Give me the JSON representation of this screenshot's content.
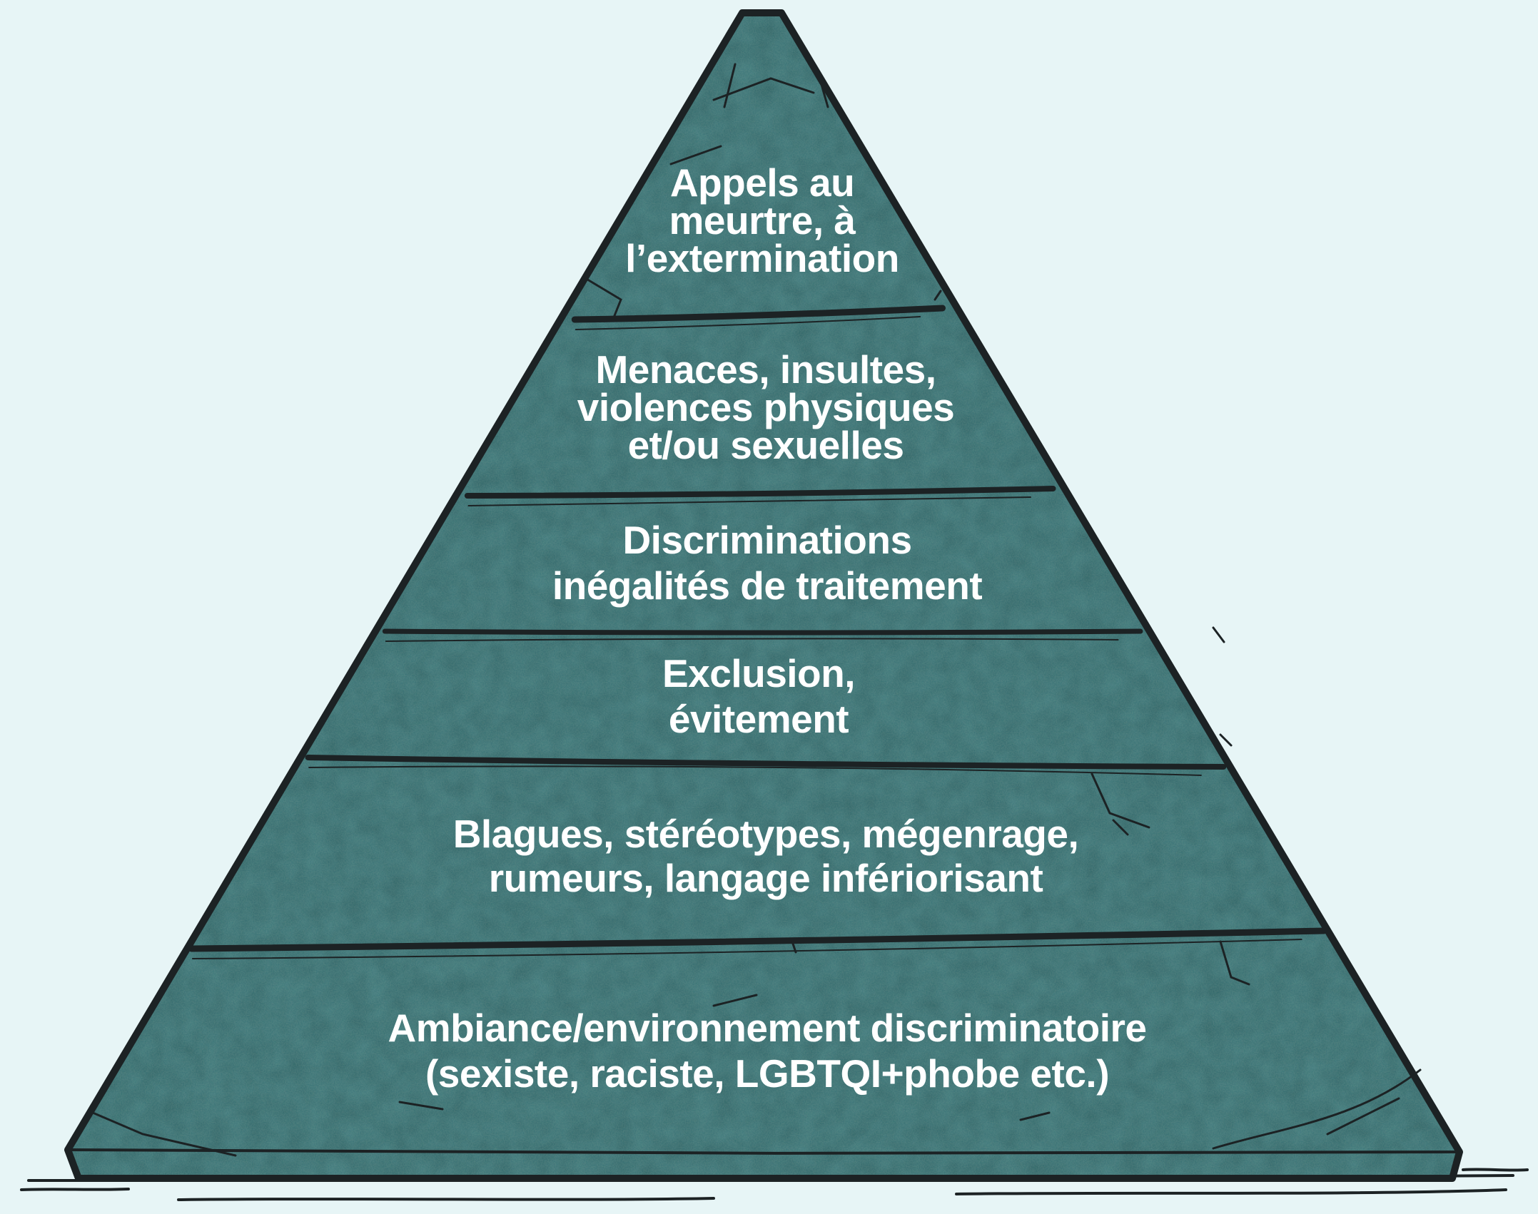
{
  "colors": {
    "background": "#e7f5f6",
    "stone": "#3f7b7f",
    "stone_dark": "#2d5f63",
    "outline": "#1c2224",
    "text": "#ffffff"
  },
  "tiers": [
    {
      "lines": [
        "Appels au",
        "meurtre, à",
        "l’extermination"
      ]
    },
    {
      "lines": [
        "Menaces, insultes,",
        "violences physiques",
        "et/ou sexuelles"
      ]
    },
    {
      "lines": [
        "Discriminations",
        "inégalités de traitement"
      ]
    },
    {
      "lines": [
        "Exclusion,",
        "évitement"
      ]
    },
    {
      "lines": [
        "Blagues, stéréotypes, mégenrage,",
        "rumeurs, langage infériorisant"
      ]
    },
    {
      "lines": [
        "Ambiance/environnement discriminatoire",
        "(sexiste, raciste, LGBTQI+phobe etc.)"
      ]
    }
  ]
}
